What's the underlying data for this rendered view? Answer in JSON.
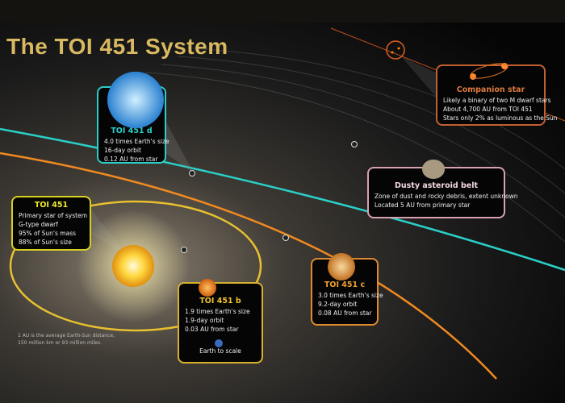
{
  "title": "The TOI 451 System",
  "star": {
    "name": "TOI 451",
    "lines": [
      "Primary star of system",
      "G-type dwarf",
      "95% of Sun's mass",
      "88% of Sun's size"
    ],
    "color": "#d8d020"
  },
  "planet_d": {
    "name": "TOI 451 d",
    "lines": [
      "4.0 times Earth's size",
      "16-day orbit",
      "0.12 AU from star"
    ],
    "color": "#2ad0c8"
  },
  "planet_c": {
    "name": "TOI 451 c",
    "lines": [
      "3.0 times Earth's size",
      "9.2-day orbit",
      "0.08 AU from star"
    ],
    "color": "#e08a30"
  },
  "planet_b": {
    "name": "TOI 451 b",
    "lines": [
      "1.9 times Earth's size",
      "1.9-day orbit",
      "0.03 AU from star"
    ],
    "earth_label": "Earth to scale",
    "color": "#d8b030"
  },
  "companion": {
    "name": "Companion star",
    "lines": [
      "Likely a binary of two M dwarf stars",
      "About 4,700 AU from TOI 451",
      "Stars only 2% as luminous as the Sun"
    ],
    "color": "#c06030"
  },
  "belt": {
    "name": "Dusty asteroid belt",
    "lines": [
      "Zone of dust and rocky debris, extent unknown",
      "Located 5 AU from primary star"
    ],
    "color": "#d8a0b0"
  },
  "footnote": [
    "1 AU is the average Earth-Sun distance,",
    "150 million km or 93 million miles."
  ]
}
